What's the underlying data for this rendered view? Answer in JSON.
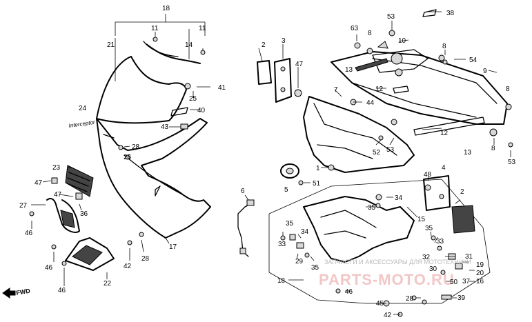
{
  "callouts": [
    {
      "id": "c18a",
      "text": "18"
    },
    {
      "id": "c11a",
      "text": "11"
    },
    {
      "id": "c11b",
      "text": "11"
    },
    {
      "id": "c21",
      "text": "21"
    },
    {
      "id": "c14",
      "text": "14"
    },
    {
      "id": "c41",
      "text": "41"
    },
    {
      "id": "c25",
      "text": "25"
    },
    {
      "id": "c40",
      "text": "40"
    },
    {
      "id": "c24",
      "text": "24"
    },
    {
      "id": "c43",
      "text": "43"
    },
    {
      "id": "c28a",
      "text": "28"
    },
    {
      "id": "c26",
      "text": "26"
    },
    {
      "id": "c23",
      "text": "23"
    },
    {
      "id": "c47a",
      "text": "47"
    },
    {
      "id": "c47b",
      "text": "47"
    },
    {
      "id": "c27",
      "text": "27"
    },
    {
      "id": "c36",
      "text": "36"
    },
    {
      "id": "c46a",
      "text": "46"
    },
    {
      "id": "c46b",
      "text": "46"
    },
    {
      "id": "c46c",
      "text": "46"
    },
    {
      "id": "c42a",
      "text": "42"
    },
    {
      "id": "c28b",
      "text": "28"
    },
    {
      "id": "c22",
      "text": "22"
    },
    {
      "id": "c17",
      "text": "17"
    },
    {
      "id": "c2a",
      "text": "2"
    },
    {
      "id": "c3",
      "text": "3"
    },
    {
      "id": "c47c",
      "text": "47"
    },
    {
      "id": "c63",
      "text": "63"
    },
    {
      "id": "c8a",
      "text": "8"
    },
    {
      "id": "c53a",
      "text": "53"
    },
    {
      "id": "c10",
      "text": "10"
    },
    {
      "id": "c38",
      "text": "38"
    },
    {
      "id": "c54",
      "text": "54"
    },
    {
      "id": "c8b",
      "text": "8"
    },
    {
      "id": "c9",
      "text": "9"
    },
    {
      "id": "c13a",
      "text": "13"
    },
    {
      "id": "c12a",
      "text": "12"
    },
    {
      "id": "c7",
      "text": "7"
    },
    {
      "id": "c44",
      "text": "44"
    },
    {
      "id": "c8c",
      "text": "8"
    },
    {
      "id": "c12b",
      "text": "12"
    },
    {
      "id": "c13b",
      "text": "13"
    },
    {
      "id": "c52",
      "text": "52"
    },
    {
      "id": "c53b",
      "text": "53"
    },
    {
      "id": "c8d",
      "text": "8"
    },
    {
      "id": "c53c",
      "text": "53"
    },
    {
      "id": "c1",
      "text": "1"
    },
    {
      "id": "c5",
      "text": "5"
    },
    {
      "id": "c51",
      "text": "51"
    },
    {
      "id": "c6",
      "text": "6"
    },
    {
      "id": "c34a",
      "text": "34"
    },
    {
      "id": "c35a",
      "text": "35"
    },
    {
      "id": "c48",
      "text": "48"
    },
    {
      "id": "c4",
      "text": "4"
    },
    {
      "id": "c2b",
      "text": "2"
    },
    {
      "id": "c15",
      "text": "15"
    },
    {
      "id": "c35b",
      "text": "35"
    },
    {
      "id": "c33a",
      "text": "33"
    },
    {
      "id": "c34b",
      "text": "34"
    },
    {
      "id": "c35c",
      "text": "35"
    },
    {
      "id": "c33b",
      "text": "33"
    },
    {
      "id": "c29",
      "text": "29"
    },
    {
      "id": "c35d",
      "text": "35"
    },
    {
      "id": "c32",
      "text": "32"
    },
    {
      "id": "c31",
      "text": "31"
    },
    {
      "id": "c19",
      "text": "19"
    },
    {
      "id": "c20",
      "text": "20"
    },
    {
      "id": "c30",
      "text": "30"
    },
    {
      "id": "c50",
      "text": "50"
    },
    {
      "id": "c37",
      "text": "37"
    },
    {
      "id": "c16",
      "text": "16"
    },
    {
      "id": "c18b",
      "text": "18"
    },
    {
      "id": "c46d",
      "text": "46"
    },
    {
      "id": "c28c",
      "text": "28"
    },
    {
      "id": "c39",
      "text": "39"
    },
    {
      "id": "c45",
      "text": "45"
    },
    {
      "id": "c42b",
      "text": "42"
    }
  ],
  "fairing_decal": "Interceptor",
  "direction_marker": "FWD",
  "watermark": {
    "line1": "ЗАПЧАСТИ И АКСЕССУАРЫ ДЛЯ МОТОТЕХНИКИ",
    "line2": "PARTS-MOTO.RU"
  }
}
